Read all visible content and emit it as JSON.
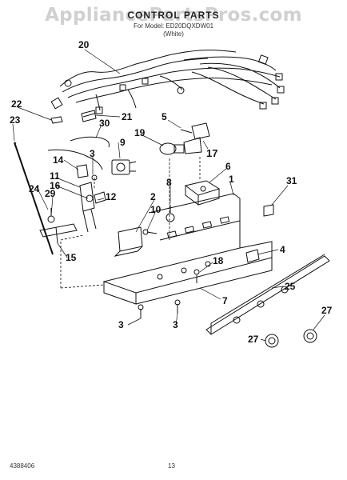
{
  "header": {
    "watermark": "AppliancePartsPros.com",
    "title": "CONTROL PARTS",
    "model": "For Model: ED20DQXDW01",
    "color": "(White)"
  },
  "callouts": [
    "20",
    "21",
    "22",
    "23",
    "30",
    "5",
    "17",
    "19",
    "9",
    "6",
    "3",
    "14",
    "11",
    "16",
    "12",
    "24",
    "29",
    "15",
    "2",
    "10",
    "8",
    "1",
    "31",
    "4",
    "18",
    "7",
    "25",
    "27",
    "27",
    "3",
    "3"
  ],
  "footer": {
    "part_id": "4388406",
    "page": "13"
  },
  "colors": {
    "ink": "#111111",
    "watermark": "#969696"
  }
}
